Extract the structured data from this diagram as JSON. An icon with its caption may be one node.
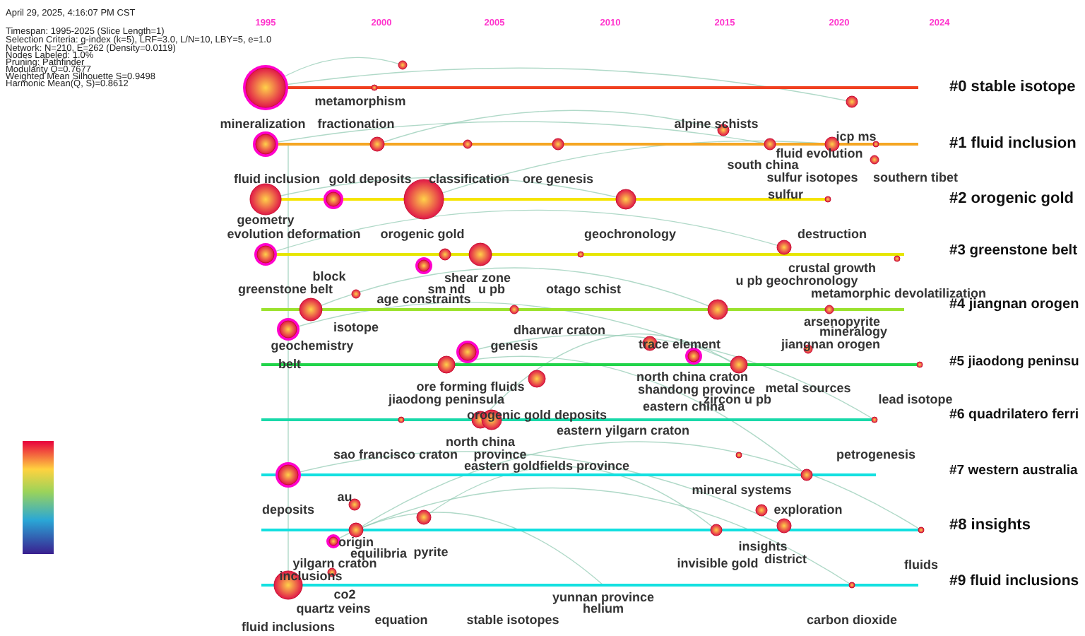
{
  "diagram": {
    "labels": [
      "April 29, 2025, 4:16:07 PM CST",
      "Timespan: 1995-2025 (Slice Length=1)",
      "Selection Criteria: g-index (k=5), LRF=3.0, L/N=10, LBY=5, e=1.0",
      "Network: N=210, E=262 (Density=0.0119)",
      "Nodes Labeled: 1.0%",
      "Pruning: Pathfinder",
      "Modularity Q=0.7677",
      "Weighted Mean Silhouette S=0.9498",
      "Harmonic Mean(Q, S)=0.8612",
      "1995",
      "2000",
      "2005",
      "2010",
      "2015",
      "2020",
      "2024",
      "#0 stable isotope",
      "metamorphism",
      "mineralization",
      "fractionation",
      "alpine schists",
      "icp ms",
      "#1 fluid inclusion",
      "fluid evolution",
      "south china",
      "fluid inclusion",
      "gold deposits",
      "classification",
      "ore genesis",
      "sulfur isotopes",
      "southern tibet",
      "sulfur",
      "#2 orogenic gold",
      "geometry",
      "evolution deformation",
      "orogenic gold",
      "geochronology",
      "destruction",
      "#3 greenstone belt",
      "crustal growth",
      "block",
      "shear zone",
      "u pb geochronology",
      "greenstone belt",
      "sm nd",
      "u pb",
      "otago schist",
      "metamorphic devolatilization",
      "age constraints",
      "#4 jiangnan orogen",
      "arsenopyrite",
      "isotope",
      "dharwar craton",
      "mineralogy",
      "geochemistry",
      "genesis",
      "trace element",
      "jiangnan orogen",
      "belt",
      "#5 jiaodong peninsu",
      "north china craton",
      "ore forming fluids",
      "shandong province",
      "metal sources",
      "jiaodong peninsula",
      "eastern china",
      "zircon u pb",
      "lead isotope",
      "orogenic gold deposits",
      "#6 quadrilatero ferri",
      "eastern yilgarn craton",
      "north china",
      "sao francisco craton",
      "province",
      "petrogenesis",
      "eastern goldfields province",
      "#7 western australia",
      "mineral systems",
      "au",
      "deposits",
      "exploration",
      "#8 insights",
      "origin",
      "insights",
      "equilibria",
      "pyrite",
      "district",
      "yilgarn craton",
      "invisible gold",
      "fluids",
      "inclusions",
      "#9 fluid inclusions",
      "co2",
      "yunnan province",
      "quartz veins",
      "helium",
      "equation",
      "stable isotopes",
      "carbon dioxide",
      "fluid inclusions"
    ]
  }
}
